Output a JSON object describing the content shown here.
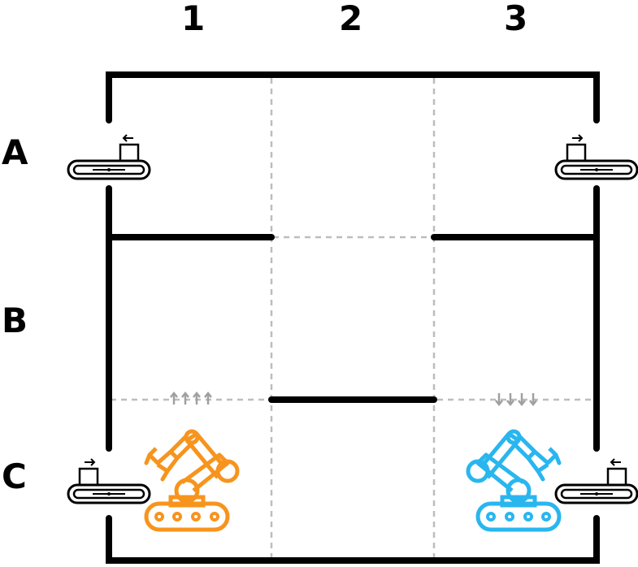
{
  "columns": [
    "1",
    "2",
    "3"
  ],
  "rows": [
    "A",
    "B",
    "C"
  ],
  "colors": {
    "wall": "#000000",
    "door": "#bdbdbd",
    "robot_left": "#f7941d",
    "robot_right": "#29b6ef",
    "arrows": "#a0a0a0"
  },
  "icons": [
    "conveyor-icon",
    "robot-arm-icon",
    "one-way-arrows-icon"
  ],
  "one_way_doors": [
    {
      "between": "B1-C1",
      "direction": "up"
    },
    {
      "between": "B3-C3",
      "direction": "down"
    }
  ]
}
